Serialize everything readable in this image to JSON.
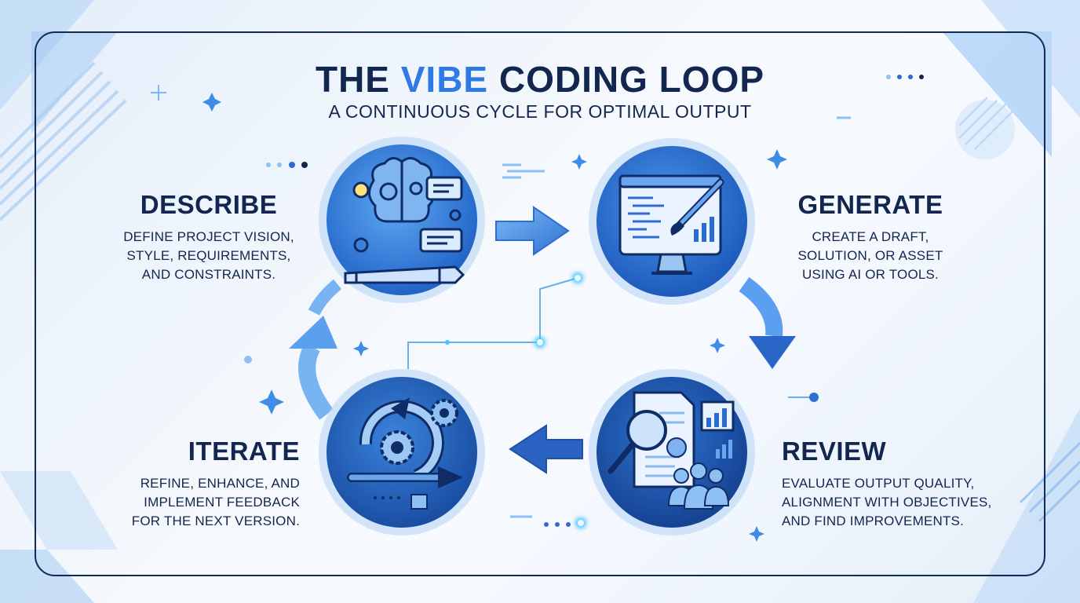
{
  "title": {
    "part1": "THE ",
    "accent": "VIBE",
    "part2": " CODING LOOP"
  },
  "subtitle": "A CONTINUOUS CYCLE FOR OPTIMAL OUTPUT",
  "steps": [
    {
      "name": "DESCRIBE",
      "lines": [
        "DEFINE PROJECT VISION,",
        "STYLE, REQUIREMENTS,",
        "AND CONSTRAINTS."
      ],
      "icon": "brain-pencil-chat-icon"
    },
    {
      "name": "GENERATE",
      "lines": [
        "CREATE A DRAFT,",
        "SOLUTION, OR ASSET",
        "USING AI OR TOOLS."
      ],
      "icon": "monitor-paintbrush-icon"
    },
    {
      "name": "REVIEW",
      "lines": [
        "EVALUATE OUTPUT QUALITY,",
        "ALIGNMENT WITH OBJECTIVES,",
        "AND FIND IMPROVEMENTS."
      ],
      "icon": "magnifier-document-team-icon"
    },
    {
      "name": "ITERATE",
      "lines": [
        "REFINE, ENHANCE, AND",
        "IMPLEMENT FEEDBACK",
        "FOR THE NEXT VERSION."
      ],
      "icon": "cycle-gears-icon"
    }
  ],
  "colors": {
    "navy": "#13264f",
    "accent": "#2f7be3",
    "circle_dark": "#1f5fbf",
    "circle_light": "#5aa3ef",
    "arrow": "#3c86e0"
  }
}
